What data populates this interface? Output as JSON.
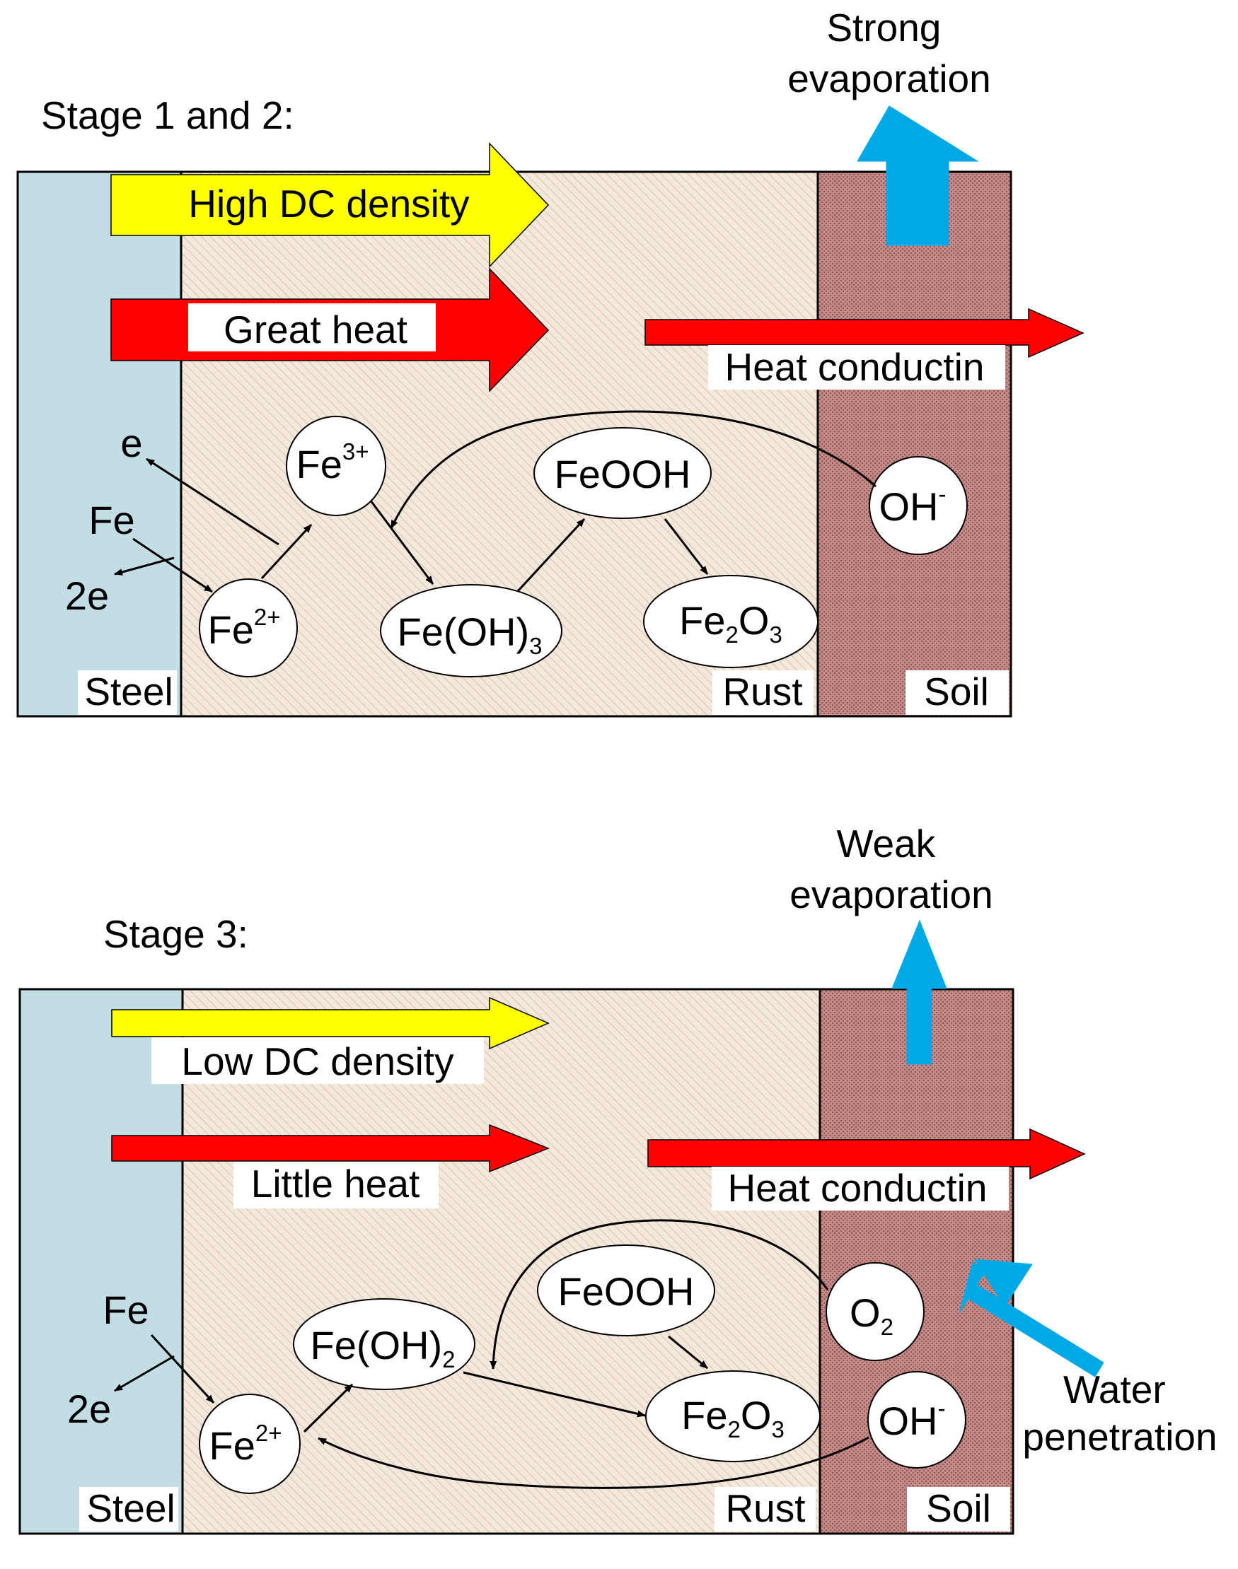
{
  "stage1": {
    "title": "Stage 1 and 2:",
    "evaporation": [
      "Strong",
      "evaporation"
    ],
    "dc_density": "High DC density",
    "heat": "Great heat",
    "heat_conduction": "Heat conductin",
    "layers": {
      "steel": "Steel",
      "rust": "Rust",
      "soil": "Soil"
    },
    "electron": "e",
    "iron": "Fe",
    "two_e": "2e",
    "species": {
      "fe3": {
        "base": "Fe",
        "sup": "3+"
      },
      "fe2": {
        "base": "Fe",
        "sup": "2+"
      },
      "feoh3": {
        "base": "Fe(OH)",
        "sub": "3"
      },
      "feooh": "FeOOH",
      "fe2o3": {
        "a": "Fe",
        "s1": "2",
        "b": "O",
        "s2": "3"
      },
      "oh": {
        "base": "OH",
        "sup": "-"
      }
    }
  },
  "stage3": {
    "title": "Stage 3:",
    "evaporation": [
      "Weak",
      "evaporation"
    ],
    "dc_density": "Low DC density",
    "heat": "Little heat",
    "heat_conduction": "Heat conductin",
    "water": [
      "Water",
      "penetration"
    ],
    "layers": {
      "steel": "Steel",
      "rust": "Rust",
      "soil": "Soil"
    },
    "iron": "Fe",
    "two_e": "2e",
    "species": {
      "fe2": {
        "base": "Fe",
        "sup": "2+"
      },
      "feoh2": {
        "base": "Fe(OH)",
        "sub": "2"
      },
      "feooh": "FeOOH",
      "fe2o3": {
        "a": "Fe",
        "s1": "2",
        "b": "O",
        "s2": "3"
      },
      "o2": {
        "base": "O",
        "sub": "2"
      },
      "oh": {
        "base": "OH",
        "sup": "-"
      }
    }
  },
  "colors": {
    "steel": "#c3dde4",
    "rust_bg": "#f3e8dc",
    "rust_hatch": "#e2c4ad",
    "soil": "#c48a87",
    "soil_dot": "#8f5552",
    "dc_arrow": "#ffff00",
    "heat_arrow": "#ff0000",
    "water_arrow": "#00a8e6"
  }
}
